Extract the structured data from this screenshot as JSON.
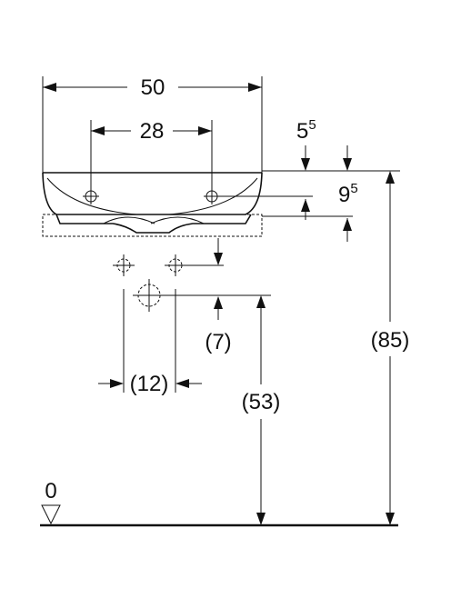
{
  "dimensions": {
    "width_total": "50",
    "tap_hole_spacing": "28",
    "rim_offset_base": "5",
    "rim_offset_sup": "5",
    "tap_hole_depth_base": "9",
    "tap_hole_depth_sup": "5",
    "supply_height_offset": "(7)",
    "supply_spacing": "(12)",
    "drain_height": "(53)",
    "rim_height": "(85)",
    "floor_level": "0"
  }
}
